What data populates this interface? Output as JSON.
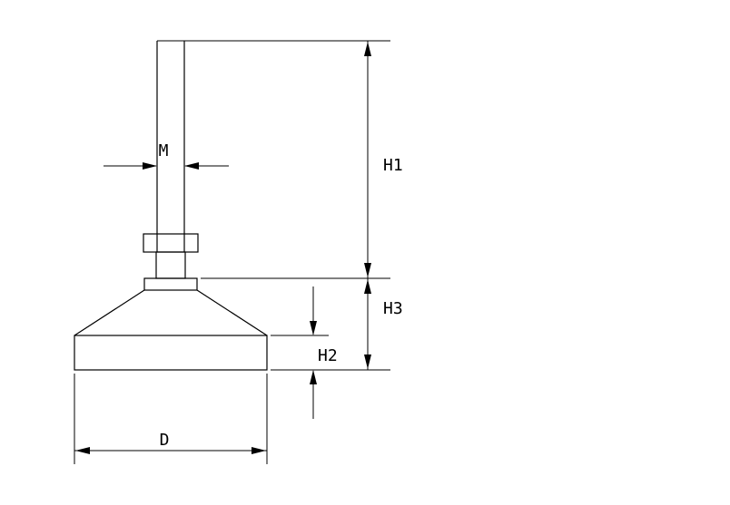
{
  "drawing": {
    "labels": {
      "m": "M",
      "h1": "H1",
      "h2": "H2",
      "h3": "H3",
      "d": "D"
    },
    "colors": {
      "line": "#000000",
      "background": "#ffffff"
    }
  }
}
